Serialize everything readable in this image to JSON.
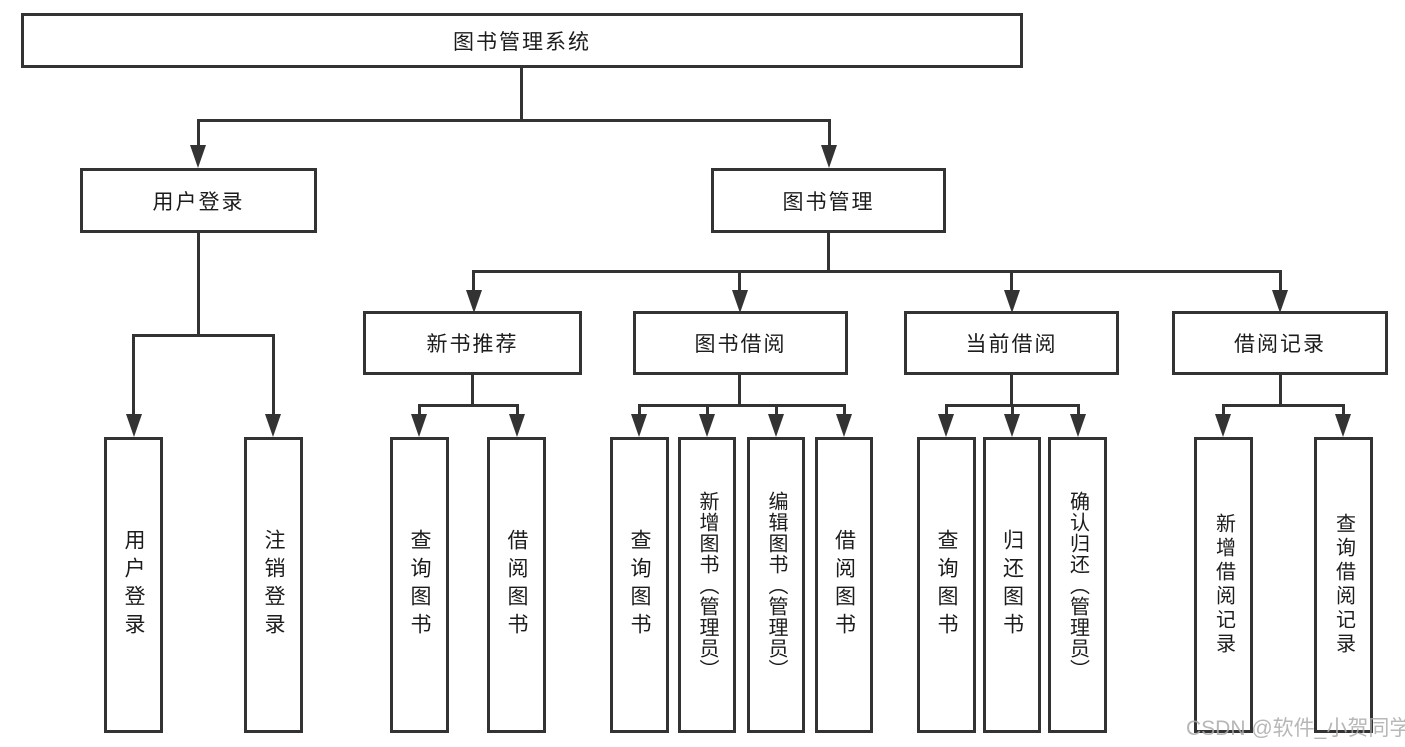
{
  "diagram": {
    "root": {
      "label": "图书管理系统"
    },
    "level2": [
      {
        "label": "用户登录",
        "children": [
          {
            "label": "用户登录"
          },
          {
            "label": "注销登录"
          }
        ]
      },
      {
        "label": "图书管理",
        "children": [
          {
            "label": "新书推荐",
            "children": [
              {
                "label": "查询图书"
              },
              {
                "label": "借阅图书"
              }
            ]
          },
          {
            "label": "图书借阅",
            "children": [
              {
                "label": "查询图书"
              },
              {
                "label": "新增图书（管理员）"
              },
              {
                "label": "编辑图书（管理员）"
              },
              {
                "label": "借阅图书"
              }
            ]
          },
          {
            "label": "当前借阅",
            "children": [
              {
                "label": "查询图书"
              },
              {
                "label": "归还图书"
              },
              {
                "label": "确认归还（管理员）"
              }
            ]
          },
          {
            "label": "借阅记录",
            "children": [
              {
                "label": "新增借阅记录"
              },
              {
                "label": "查询借阅记录"
              }
            ]
          }
        ]
      }
    ]
  },
  "watermark": {
    "text": "CSDN @软件_小贺同学"
  },
  "colors": {
    "line": "#333333",
    "background": "#ffffff",
    "watermark": "#aaaaaa"
  }
}
